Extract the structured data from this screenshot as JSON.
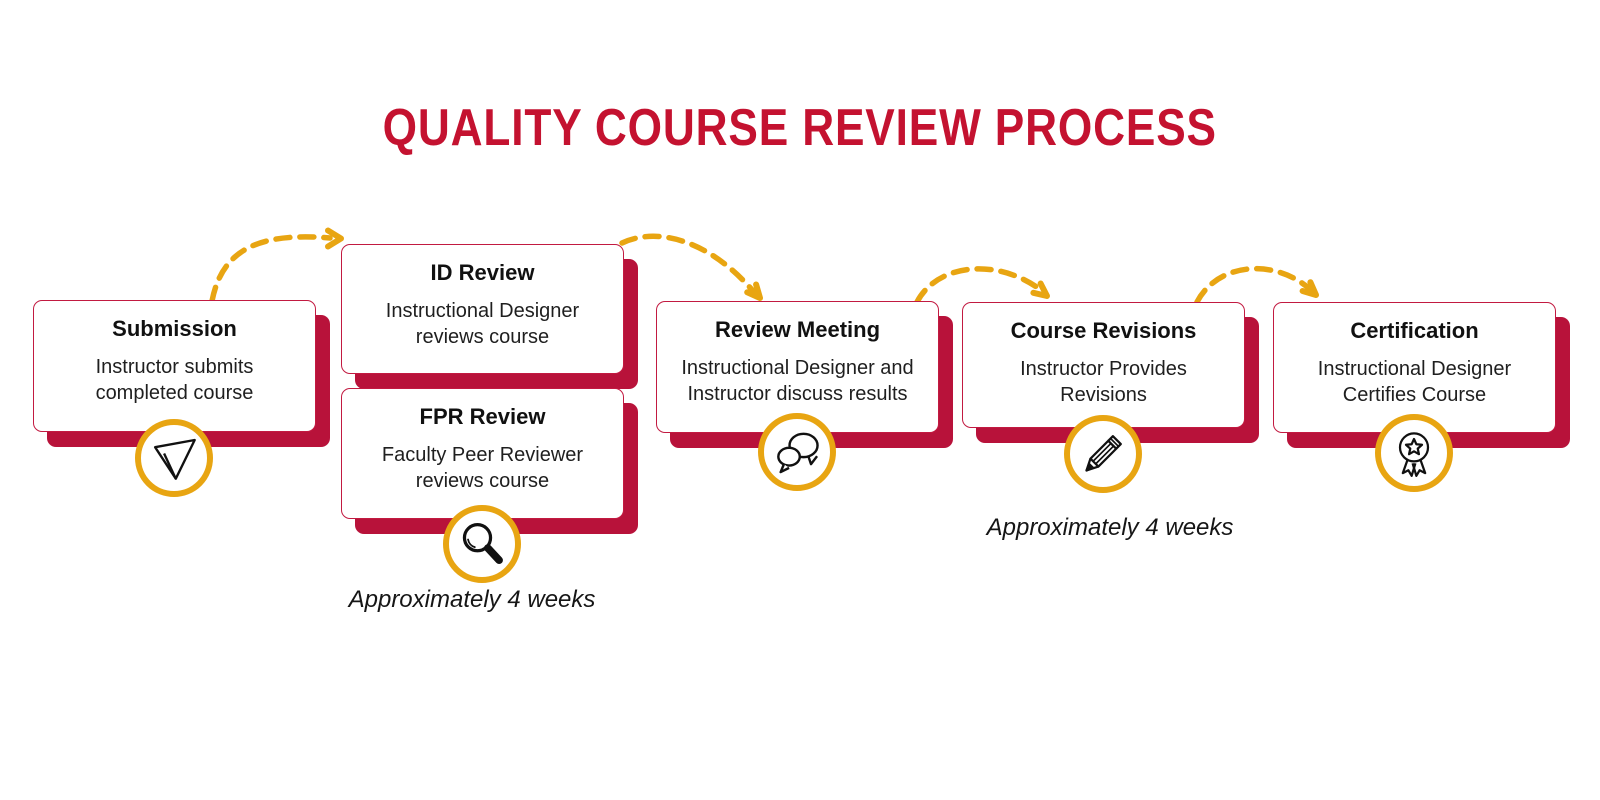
{
  "title": "QUALITY COURSE REVIEW PROCESS",
  "colors": {
    "crimson_shadow": "#B8123A",
    "title_red": "#C41230",
    "gold": "#E8A512",
    "text": "#1F1F1F"
  },
  "stages": [
    {
      "id": "submission",
      "title": "Submission",
      "description": "Instructor submits completed course",
      "icon": "paper-plane-icon"
    },
    {
      "id": "id-review",
      "title": "ID Review",
      "description": "Instructional Designer reviews course",
      "icon": ""
    },
    {
      "id": "fpr-review",
      "title": "FPR Review",
      "description": "Faculty Peer Reviewer reviews course",
      "icon": "magnifier-icon",
      "duration": "Approximately 4 weeks"
    },
    {
      "id": "review-meeting",
      "title": "Review Meeting",
      "description": "Instructional Designer and Instructor discuss results",
      "icon": "speech-bubbles-icon"
    },
    {
      "id": "course-revisions",
      "title": "Course Revisions",
      "description": "Instructor Provides Revisions",
      "icon": "pencil-icon",
      "duration": "Approximately 4 weeks"
    },
    {
      "id": "certification",
      "title": "Certification",
      "description": "Instructional Designer Certifies Course",
      "icon": "award-ribbon-icon"
    }
  ]
}
